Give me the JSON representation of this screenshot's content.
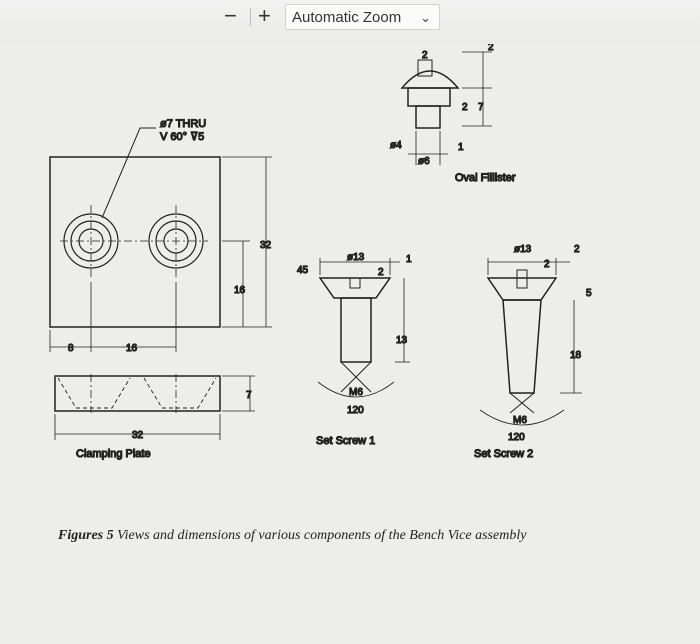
{
  "toolbar": {
    "zoom_out_label": "−",
    "zoom_in_label": "+",
    "zoom_value": "Automatic Zoom"
  },
  "drawing": {
    "clamping_plate": {
      "title": "Clamping Plate",
      "hole_note_line1": "ø7 THRU",
      "hole_note_line2": "V 60° ⊽5",
      "dim_height": "32",
      "dim_hole_y": "16",
      "dim_edge": "8",
      "dim_pitch": "16",
      "dim_width": "32",
      "dim_thickness": "7"
    },
    "oval_fillister": {
      "title": "Oval Fillister",
      "dim_head_r": "2",
      "dim_slot": "2",
      "dim_head_h": "2",
      "dim_r7": "7",
      "dim_shank": "ø4",
      "dim_head_d": "ø6",
      "dim_small": "1"
    },
    "set_screw_1": {
      "title": "Set Screw 1",
      "dim_head_d": "ø13",
      "dim_head_h": "1",
      "dim_slot": "2",
      "dim_angle": "45",
      "dim_len": "13",
      "dim_thread": "M6",
      "dim_point": "120"
    },
    "set_screw_2": {
      "title": "Set Screw 2",
      "dim_head_d": "ø13",
      "dim_head_h": "2",
      "dim_slot": "2",
      "dim_top": "5",
      "dim_len": "18",
      "dim_thread": "M6",
      "dim_point": "120"
    }
  },
  "caption": {
    "label": "Figures 5",
    "text": "Views and dimensions of various components of the Bench Vice assembly"
  }
}
